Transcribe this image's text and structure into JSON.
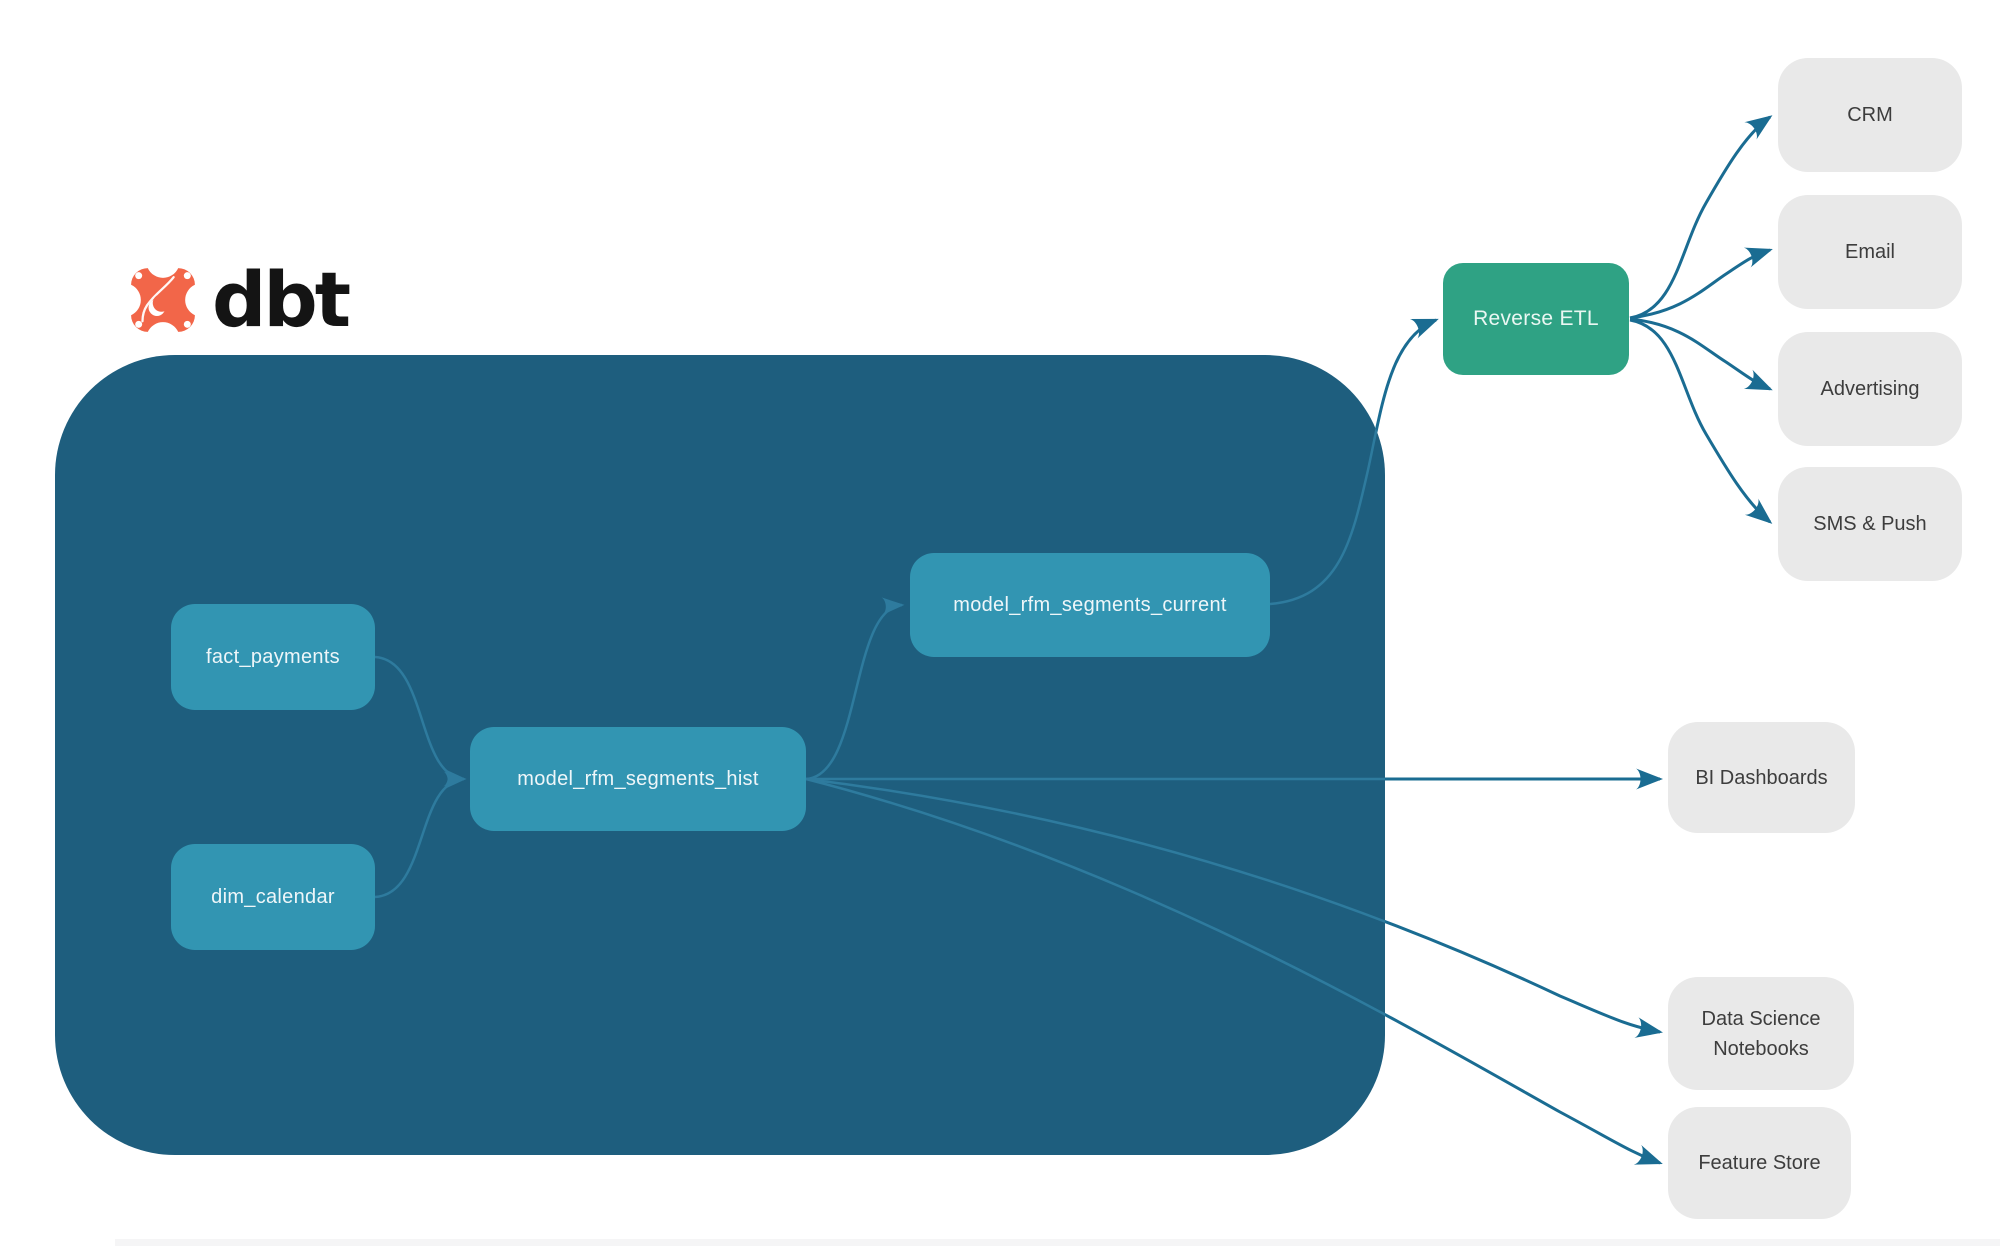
{
  "brand": {
    "name": "dbt"
  },
  "nodes": {
    "fact_payments": {
      "label": "fact_payments"
    },
    "dim_calendar": {
      "label": "dim_calendar"
    },
    "model_rfm_segments_hist": {
      "label": "model_rfm_segments_hist"
    },
    "model_rfm_segments_current": {
      "label": "model_rfm_segments_current"
    },
    "reverse_etl": {
      "label": "Reverse ETL"
    }
  },
  "destinations": {
    "crm": {
      "label": "CRM"
    },
    "email": {
      "label": "Email"
    },
    "advertising": {
      "label": "Advertising"
    },
    "sms_push": {
      "label": "SMS & Push"
    },
    "bi_dashboards": {
      "label": "BI Dashboards"
    },
    "data_science_notebooks": {
      "label": "Data Science Notebooks"
    },
    "feature_store": {
      "label": "Feature Store"
    }
  },
  "edges": [
    {
      "from": "fact_payments",
      "to": "model_rfm_segments_hist"
    },
    {
      "from": "dim_calendar",
      "to": "model_rfm_segments_hist"
    },
    {
      "from": "model_rfm_segments_hist",
      "to": "model_rfm_segments_current"
    },
    {
      "from": "model_rfm_segments_current",
      "to": "reverse_etl"
    },
    {
      "from": "reverse_etl",
      "to": "crm"
    },
    {
      "from": "reverse_etl",
      "to": "email"
    },
    {
      "from": "reverse_etl",
      "to": "advertising"
    },
    {
      "from": "reverse_etl",
      "to": "sms_push"
    },
    {
      "from": "model_rfm_segments_hist",
      "to": "bi_dashboards"
    },
    {
      "from": "model_rfm_segments_hist",
      "to": "data_science_notebooks"
    },
    {
      "from": "model_rfm_segments_hist",
      "to": "feature_store"
    }
  ],
  "colors": {
    "warehouse_container": "#1e5e7e",
    "model_node": "#3295b2",
    "reverse_etl_node": "#2fa284",
    "destination_node": "#e9e9e9",
    "connector_outside": "#1a6c92",
    "connector_inside": "#2e7b9e",
    "logo_orange": "#f26649"
  }
}
